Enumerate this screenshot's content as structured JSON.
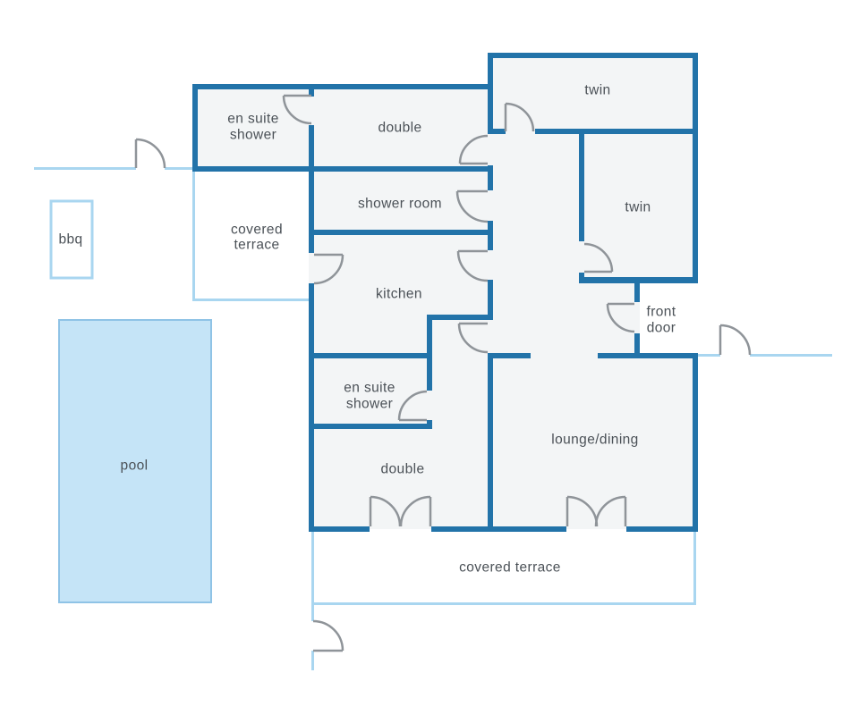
{
  "title": "floor-plan",
  "colors": {
    "wall": "#2273a9",
    "light_line": "#a9d6f0",
    "pool_fill": "#c5e4f7",
    "pool_border": "#8fc3e6",
    "room_fill": "#f3f5f6",
    "door": "#8f9499",
    "text": "#4b5157",
    "background": "#ffffff"
  },
  "rooms": {
    "ensuite_top": {
      "line1": "en suite",
      "line2": "shower"
    },
    "double_top": {
      "label": "double"
    },
    "twin_top": {
      "label": "twin"
    },
    "twin_right": {
      "label": "twin"
    },
    "shower_room": {
      "label": "shower room"
    },
    "covered_terrace_top": {
      "line1": "covered",
      "line2": "terrace"
    },
    "kitchen": {
      "label": "kitchen"
    },
    "front_door": {
      "line1": "front",
      "line2": "door"
    },
    "ensuite_bottom": {
      "line1": "en suite",
      "line2": "shower"
    },
    "double_bottom": {
      "label": "double"
    },
    "lounge_dining": {
      "label": "lounge/dining"
    },
    "covered_terrace_bottom": {
      "label": "covered terrace"
    }
  },
  "outdoor": {
    "pool": {
      "label": "pool"
    },
    "bbq": {
      "label": "bbq"
    }
  }
}
